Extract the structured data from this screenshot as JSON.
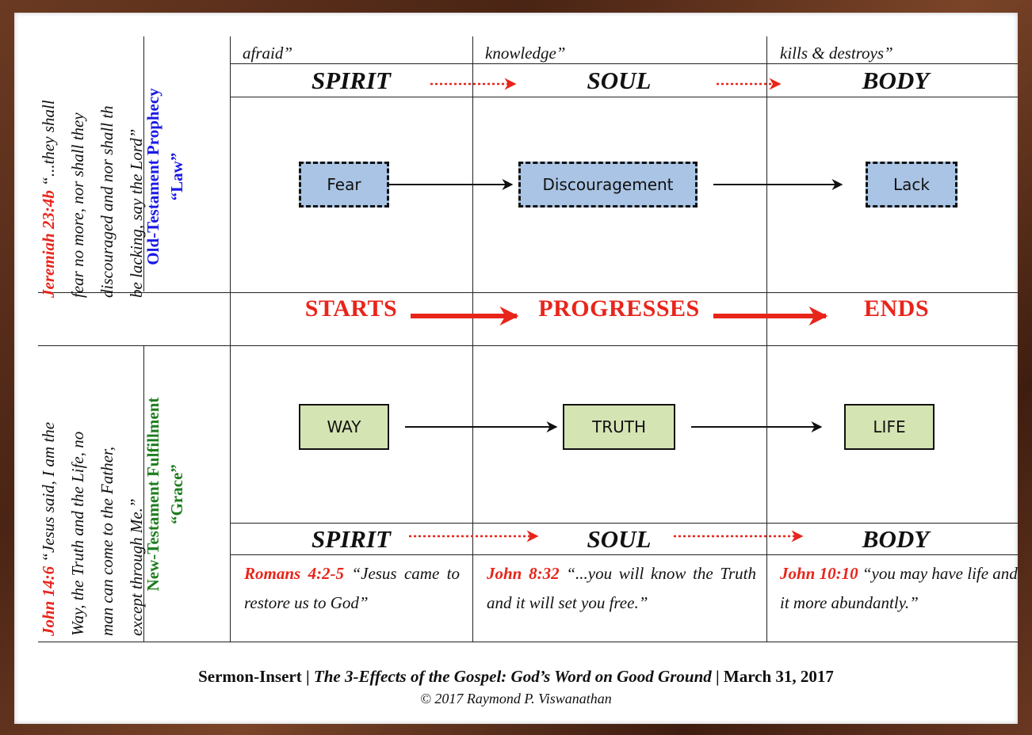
{
  "top_quotes": {
    "spirit_tail": "afraid”",
    "soul_tail": "knowledge”",
    "body_tail": "kills & destroys”"
  },
  "law_section": {
    "vertical_title": "Old-Testament Prophecy",
    "vertical_subtitle": "“Law”",
    "verse_ref": "Jeremiah 23:4b",
    "verse_lines": [
      "“...they shall",
      "fear no more, nor shall they",
      "discouraged and nor shall th",
      "be lacking, say the Lord”"
    ],
    "headers": [
      "SPIRIT",
      "SOUL",
      "BODY"
    ],
    "boxes": [
      "Fear",
      "Discouragement",
      "Lack"
    ]
  },
  "progression": {
    "labels": [
      "STARTS",
      "PROGRESSES",
      "ENDS"
    ]
  },
  "grace_section": {
    "vertical_title": "New-Testament Fulfillment",
    "vertical_subtitle": "“Grace”",
    "verse_ref": "John 14:6",
    "verse_lines": [
      "“Jesus said, I am the",
      "Way, the Truth and the Life, no",
      "man can come to the Father,",
      "except through Me.”"
    ],
    "boxes": [
      "WAY",
      "TRUTH",
      "LIFE"
    ],
    "headers": [
      "SPIRIT",
      "SOUL",
      "BODY"
    ],
    "citations": [
      {
        "ref": "Romans 4:2-5",
        "text": "“Jesus came to restore us to God”"
      },
      {
        "ref": "John 8:32",
        "text": "“...you will know the Truth and it will set you free.”"
      },
      {
        "ref": "John 10:10",
        "text": "“you may have life and it more abundantly.”"
      }
    ]
  },
  "footer": {
    "prefix": "Sermon-Insert | ",
    "title": "The 3-Effects of the Gospel: God’s Word on Good Ground",
    "date": " | March 31, 2017",
    "copyright": "© 2017 Raymond P. Viswanathan"
  },
  "colors": {
    "accent_red": "#e8251b",
    "law_blue": "#1a1ae6",
    "grace_green": "#1e7d1e",
    "box_blue": "#a9c4e4",
    "box_green": "#d5e4b3",
    "frame_wood": "#5a2f1c"
  }
}
